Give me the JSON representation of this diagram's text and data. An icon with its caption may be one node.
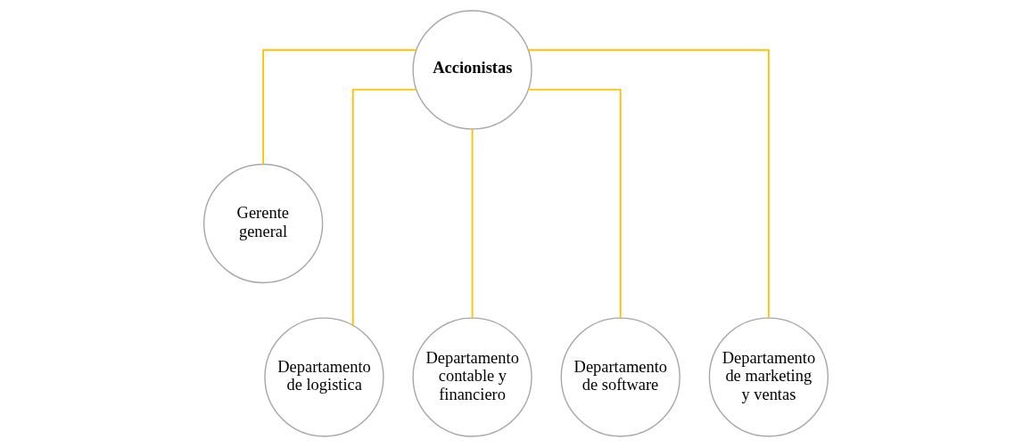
{
  "diagram": {
    "nodes": [
      {
        "text": [
          "Accionistas"
        ]
      },
      {
        "text": [
          "Gerente general"
        ]
      },
      {
        "text": [
          "Departamento de logistica"
        ]
      },
      {
        "text": [
          "Departamento contable y financiero"
        ]
      },
      {
        "text": [
          "Departamento de software"
        ]
      },
      {
        "text": [
          "Departamento de marketing y ventas"
        ]
      }
    ],
    "edges": [
      {
        "from": 0,
        "to": 1,
        "arrow": "none"
      },
      {
        "from": 0,
        "to": 2,
        "arrow": "none"
      },
      {
        "from": 0,
        "to": 3,
        "arrow": "none"
      },
      {
        "from": 0,
        "to": 4,
        "arrow": "none"
      },
      {
        "from": 0,
        "to": 5,
        "arrow": "none"
      }
    ]
  }
}
